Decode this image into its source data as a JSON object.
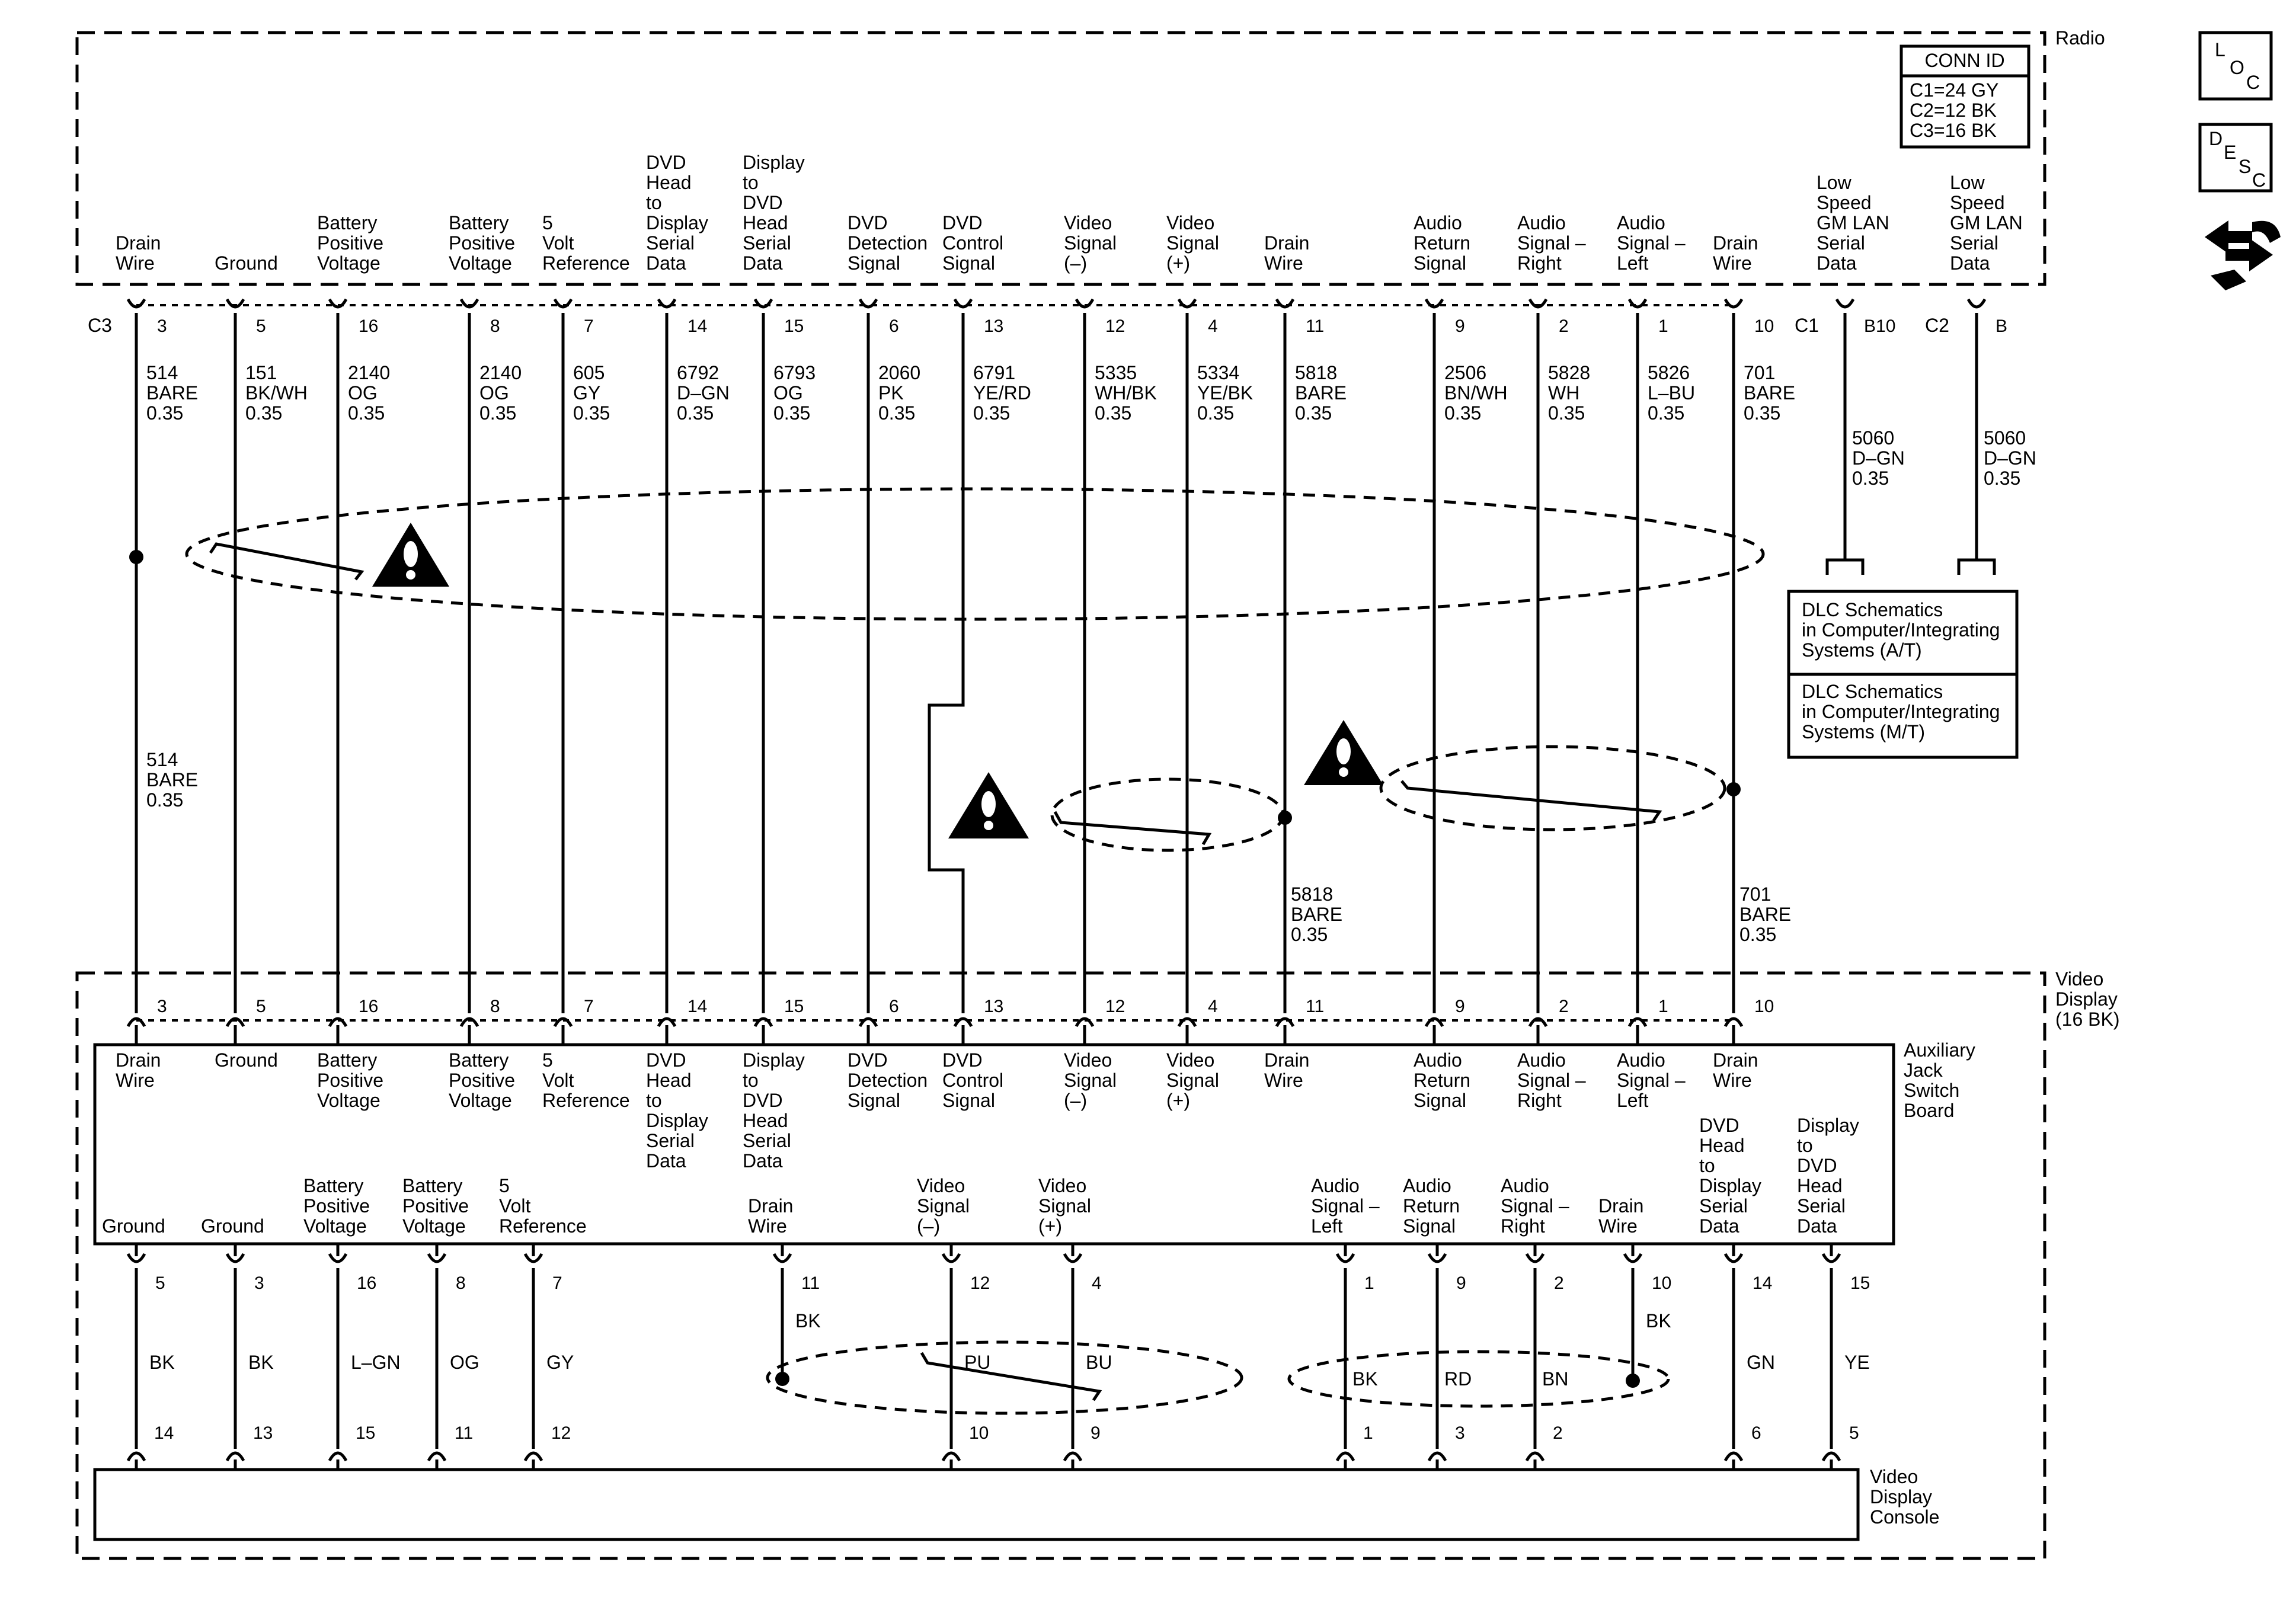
{
  "radio": {
    "name": "Radio",
    "conn_id": {
      "title": "CONN ID",
      "lines": [
        "C1=24 GY",
        "C2=12 BK",
        "C3=16 BK"
      ]
    },
    "connector_c3": "C3",
    "connector_c1": "C1",
    "connector_c2": "C2"
  },
  "side_icons": {
    "loc": [
      "L",
      "O",
      "C"
    ],
    "desc": [
      "D",
      "E",
      "S",
      "C"
    ]
  },
  "radio_circuits": [
    {
      "label": [
        "Drain",
        "Wire"
      ],
      "pin": "3",
      "wire": [
        "514",
        "BARE",
        "0.35"
      ]
    },
    {
      "label": [
        "Ground"
      ],
      "pin": "5",
      "wire": [
        "151",
        "BK/WH",
        "0.35"
      ]
    },
    {
      "label": [
        "Battery",
        "Positive",
        "Voltage"
      ],
      "pin": "16",
      "wire": [
        "2140",
        "OG",
        "0.35"
      ]
    },
    {
      "label": [
        "Battery",
        "Positive",
        "Voltage"
      ],
      "pin": "8",
      "wire": [
        "2140",
        "OG",
        "0.35"
      ]
    },
    {
      "label": [
        "5",
        "Volt",
        "Reference"
      ],
      "pin": "7",
      "wire": [
        "605",
        "GY",
        "0.35"
      ]
    },
    {
      "label": [
        "DVD",
        "Head",
        "to",
        "Display",
        "Serial",
        "Data"
      ],
      "pin": "14",
      "wire": [
        "6792",
        "D–GN",
        "0.35"
      ]
    },
    {
      "label": [
        "Display",
        "to",
        "DVD",
        "Head",
        "Serial",
        "Data"
      ],
      "pin": "15",
      "wire": [
        "6793",
        "OG",
        "0.35"
      ]
    },
    {
      "label": [
        "DVD",
        "Detection",
        "Signal"
      ],
      "pin": "6",
      "wire": [
        "2060",
        "PK",
        "0.35"
      ]
    },
    {
      "label": [
        "DVD",
        "Control",
        "Signal"
      ],
      "pin": "13",
      "wire": [
        "6791",
        "YE/RD",
        "0.35"
      ]
    },
    {
      "label": [
        "Video",
        "Signal",
        "(–)"
      ],
      "pin": "12",
      "wire": [
        "5335",
        "WH/BK",
        "0.35"
      ]
    },
    {
      "label": [
        "Video",
        "Signal",
        "(+)"
      ],
      "pin": "4",
      "wire": [
        "5334",
        "YE/BK",
        "0.35"
      ]
    },
    {
      "label": [
        "Drain",
        "Wire"
      ],
      "pin": "11",
      "wire": [
        "5818",
        "BARE",
        "0.35"
      ]
    },
    {
      "label": [
        "Audio",
        "Return",
        "Signal"
      ],
      "pin": "9",
      "wire": [
        "2506",
        "BN/WH",
        "0.35"
      ]
    },
    {
      "label": [
        "Audio",
        "Signal –",
        "Right"
      ],
      "pin": "2",
      "wire": [
        "5828",
        "WH",
        "0.35"
      ]
    },
    {
      "label": [
        "Audio",
        "Signal –",
        "Left"
      ],
      "pin": "1",
      "wire": [
        "5826",
        "L–BU",
        "0.35"
      ]
    },
    {
      "label": [
        "Drain",
        "Wire"
      ],
      "pin": "10",
      "wire": [
        "701",
        "BARE",
        "0.35"
      ]
    }
  ],
  "lan_circuits": [
    {
      "label": [
        "Low",
        "Speed",
        "GM LAN",
        "Serial",
        "Data"
      ],
      "pin": "B10",
      "wire": [
        "5060",
        "D–GN",
        "0.35"
      ]
    },
    {
      "label": [
        "Low",
        "Speed",
        "GM LAN",
        "Serial",
        "Data"
      ],
      "pin": "B",
      "wire": [
        "5060",
        "D–GN",
        "0.35"
      ]
    }
  ],
  "dlc_boxes": [
    [
      "DLC Schematics",
      "in Computer/Integrating",
      "Systems (A/T)"
    ],
    [
      "DLC Schematics",
      "in Computer/Integrating",
      "Systems (M/T)"
    ]
  ],
  "drain_lower_labels": [
    [
      "514",
      "BARE",
      "0.35"
    ],
    [
      "5818",
      "BARE",
      "0.35"
    ],
    [
      "701",
      "BARE",
      "0.35"
    ]
  ],
  "video_display": {
    "name": [
      "Video",
      "Display",
      "(16 BK)"
    ],
    "pins": [
      "3",
      "5",
      "16",
      "8",
      "7",
      "14",
      "15",
      "6",
      "13",
      "12",
      "4",
      "11",
      "9",
      "2",
      "1",
      "10"
    ]
  },
  "aux_board": {
    "name": [
      "Auxiliary",
      "Jack",
      "Switch",
      "Board"
    ],
    "top_labels": [
      [
        "Drain",
        "Wire"
      ],
      [
        "Ground"
      ],
      [
        "Battery",
        "Positive",
        "Voltage"
      ],
      [
        "Battery",
        "Positive",
        "Voltage"
      ],
      [
        "5",
        "Volt",
        "Reference"
      ],
      [
        "DVD",
        "Head",
        "to",
        "Display",
        "Serial",
        "Data"
      ],
      [
        "Display",
        "to",
        "DVD",
        "Head",
        "Serial",
        "Data"
      ],
      [
        "DVD",
        "Detection",
        "Signal"
      ],
      [
        "DVD",
        "Control",
        "Signal"
      ],
      [
        "Video",
        "Signal",
        "(–)"
      ],
      [
        "Video",
        "Signal",
        "(+)"
      ],
      [
        "Drain",
        "Wire"
      ],
      [
        "Audio",
        "Return",
        "Signal"
      ],
      [
        "Audio",
        "Signal –",
        "Right"
      ],
      [
        "Audio",
        "Signal –",
        "Left"
      ],
      [
        "Drain",
        "Wire"
      ]
    ],
    "bottom_circuits": [
      {
        "label": [
          "Ground"
        ],
        "pin_top": "5",
        "color": "BK",
        "pin_bottom": "14"
      },
      {
        "label": [
          "Ground"
        ],
        "pin_top": "3",
        "color": "BK",
        "pin_bottom": "13"
      },
      {
        "label": [
          "Battery",
          "Positive",
          "Voltage"
        ],
        "pin_top": "16",
        "color": "L–GN",
        "pin_bottom": "15"
      },
      {
        "label": [
          "Battery",
          "Positive",
          "Voltage"
        ],
        "pin_top": "8",
        "color": "OG",
        "pin_bottom": "11"
      },
      {
        "label": [
          "5",
          "Volt",
          "Reference"
        ],
        "pin_top": "7",
        "color": "GY",
        "pin_bottom": "12"
      },
      {
        "label": [
          "Drain",
          "Wire"
        ],
        "pin_top": "11",
        "color": "BK",
        "pin_bottom": ""
      },
      {
        "label": [
          "Video",
          "Signal",
          "(–)"
        ],
        "pin_top": "12",
        "color": "PU",
        "pin_bottom": "10"
      },
      {
        "label": [
          "Video",
          "Signal",
          "(+)"
        ],
        "pin_top": "4",
        "color": "BU",
        "pin_bottom": "9"
      },
      {
        "label": [
          "Audio",
          "Signal –",
          "Left"
        ],
        "pin_top": "1",
        "color": "BK",
        "pin_bottom": "1"
      },
      {
        "label": [
          "Audio",
          "Return",
          "Signal"
        ],
        "pin_top": "9",
        "color": "RD",
        "pin_bottom": "3"
      },
      {
        "label": [
          "Audio",
          "Signal –",
          "Right"
        ],
        "pin_top": "2",
        "color": "BN",
        "pin_bottom": "2"
      },
      {
        "label": [
          "Drain",
          "Wire"
        ],
        "pin_top": "10",
        "color": "BK",
        "pin_bottom": ""
      },
      {
        "label": [
          "DVD",
          "Head",
          "to",
          "Display",
          "Serial",
          "Data"
        ],
        "pin_top": "14",
        "color": "GN",
        "pin_bottom": "6"
      },
      {
        "label": [
          "Display",
          "to",
          "DVD",
          "Head",
          "Serial",
          "Data"
        ],
        "pin_top": "15",
        "color": "YE",
        "pin_bottom": "5"
      }
    ]
  },
  "console": {
    "name": [
      "Video",
      "Display",
      "Console"
    ]
  }
}
